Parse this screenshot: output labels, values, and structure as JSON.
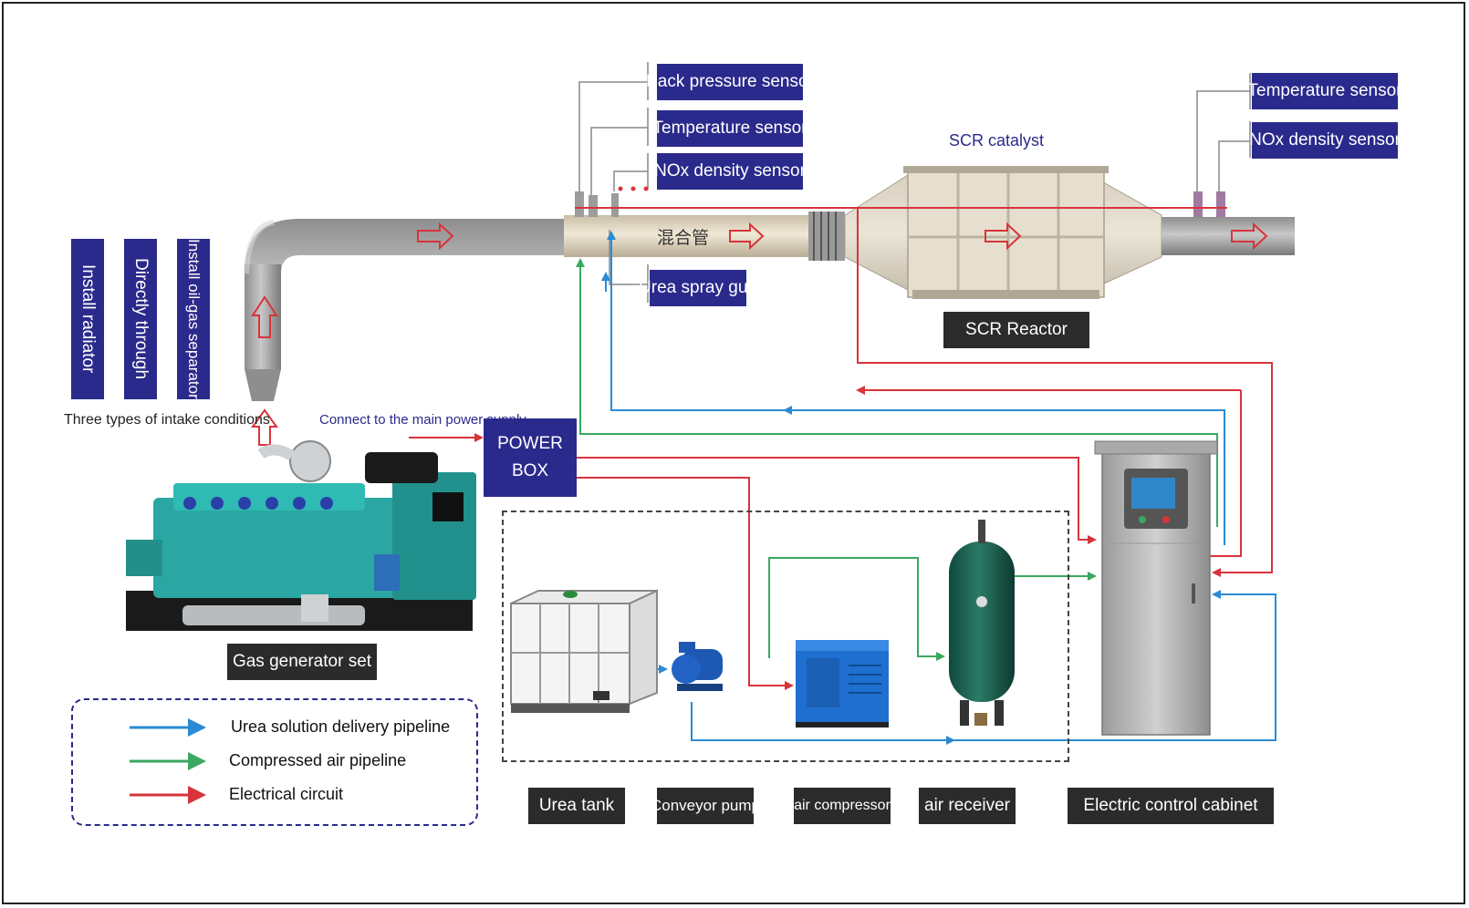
{
  "colors": {
    "urea": "#2a8bd4",
    "air": "#3aa860",
    "electric": "#d8343c",
    "label_blue": "#2a2a8c",
    "label_dark": "#2b2b2b"
  },
  "sensors_top": {
    "back_pressure": "Back pressure sensor",
    "temperature": "Temperature sensor",
    "nox": "NOx density sensor"
  },
  "sensors_right": {
    "temperature": "Temperature sensor",
    "nox": "NOx density sensor"
  },
  "mixing_pipe": "混合管",
  "urea_spray_gun": "Urea spray gun",
  "scr_catalyst": "SCR catalyst",
  "scr_reactor": "SCR Reactor",
  "intake": {
    "options": [
      "Install radiator",
      "Directly through",
      "Install oil-gas separator"
    ],
    "caption": "Three types of intake conditions"
  },
  "power": {
    "connect_label": "Connect to the main power supply",
    "box_line1": "POWER",
    "box_line2": "BOX"
  },
  "generator_label": "Gas generator set",
  "legend": {
    "urea": "Urea solution delivery pipeline",
    "air": "Compressed air pipeline",
    "electric": "Electrical circuit"
  },
  "components": {
    "urea_tank": "Urea tank",
    "conveyor_pump": "Conveyor pump",
    "air_compressor": "air compressor",
    "air_receiver": "air receiver",
    "cabinet": "Electric control cabinet"
  }
}
